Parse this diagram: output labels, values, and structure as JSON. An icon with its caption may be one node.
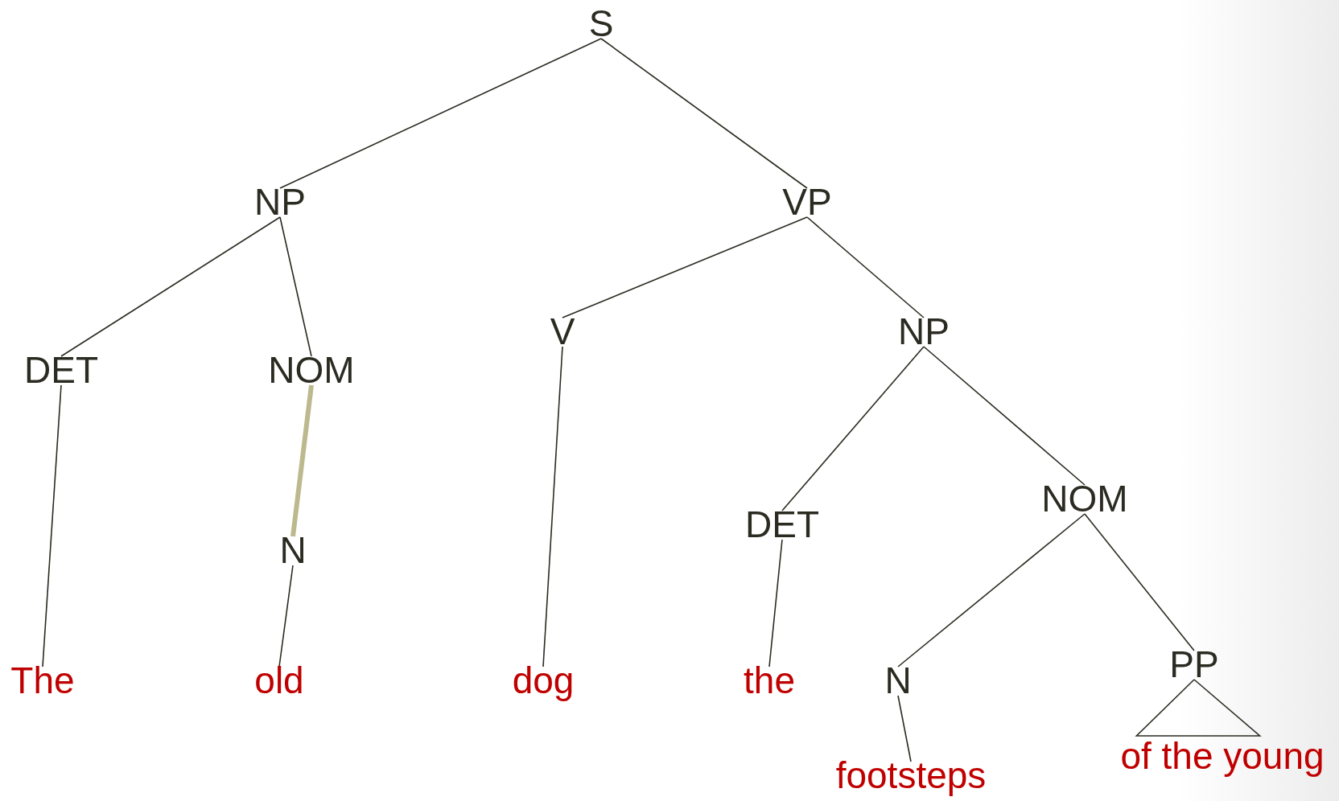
{
  "diagram": {
    "nodes": [
      {
        "text": [
          "S"
        ]
      },
      {
        "text": [
          "NP"
        ]
      },
      {
        "text": [
          "VP"
        ]
      },
      {
        "text": [
          "DET"
        ]
      },
      {
        "text": [
          "NOM"
        ]
      },
      {
        "text": [
          "V"
        ]
      },
      {
        "text": [
          "NP"
        ]
      },
      {
        "text": [
          "N"
        ]
      },
      {
        "text": [
          "DET"
        ]
      },
      {
        "text": [
          "NOM"
        ]
      },
      {
        "text": [
          "The"
        ]
      },
      {
        "text": [
          "old"
        ]
      },
      {
        "text": [
          "dog"
        ]
      },
      {
        "text": [
          "the"
        ]
      },
      {
        "text": [
          "N"
        ]
      },
      {
        "text": [
          "PP"
        ]
      },
      {
        "text": [
          "footsteps"
        ]
      },
      {
        "text": [
          "of the young"
        ]
      }
    ],
    "edges": [
      {
        "from": 0,
        "to": 1,
        "arrow": "none"
      },
      {
        "from": 0,
        "to": 2,
        "arrow": "none"
      },
      {
        "from": 1,
        "to": 3,
        "arrow": "none"
      },
      {
        "from": 1,
        "to": 4,
        "arrow": "none"
      },
      {
        "from": 2,
        "to": 5,
        "arrow": "none"
      },
      {
        "from": 2,
        "to": 6,
        "arrow": "none"
      },
      {
        "from": 3,
        "to": 10,
        "arrow": "none"
      },
      {
        "from": 4,
        "to": 7,
        "arrow": "none",
        "style": "thick",
        "color": "#bdb98f"
      },
      {
        "from": 7,
        "to": 11,
        "arrow": "none"
      },
      {
        "from": 5,
        "to": 12,
        "arrow": "none"
      },
      {
        "from": 6,
        "to": 8,
        "arrow": "none"
      },
      {
        "from": 6,
        "to": 9,
        "arrow": "none"
      },
      {
        "from": 8,
        "to": 13,
        "arrow": "none"
      },
      {
        "from": 9,
        "to": 14,
        "arrow": "none"
      },
      {
        "from": 9,
        "to": 15,
        "arrow": "none"
      },
      {
        "from": 14,
        "to": 16,
        "arrow": "none"
      },
      {
        "from": 15,
        "to": 17,
        "arrow": "none"
      }
    ]
  }
}
